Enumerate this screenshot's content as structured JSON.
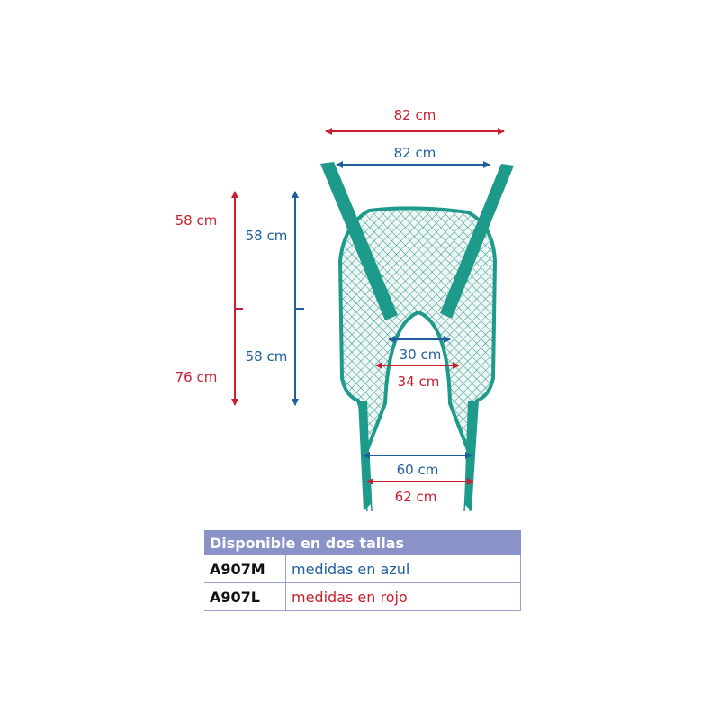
{
  "colors": {
    "red": "#c8202f",
    "blue": "#1f5f9e",
    "teal": "#1e9a8a",
    "table_header": "#8a93c8"
  },
  "dimensions": {
    "top_width_red": "82 cm",
    "top_width_blue": "82 cm",
    "left_upper_red": "58 cm",
    "left_lower_red": "76 cm",
    "left_upper_blue": "58 cm",
    "left_lower_blue": "58 cm",
    "inner_blue": "30 cm",
    "inner_red": "34 cm",
    "leg_blue": "60 cm",
    "leg_red": "62 cm"
  },
  "table": {
    "header": "Disponible en dos tallas",
    "rows": [
      {
        "code": "A907M",
        "description": "medidas en azul"
      },
      {
        "code": "A907L",
        "description": "medidas en rojo"
      }
    ]
  }
}
